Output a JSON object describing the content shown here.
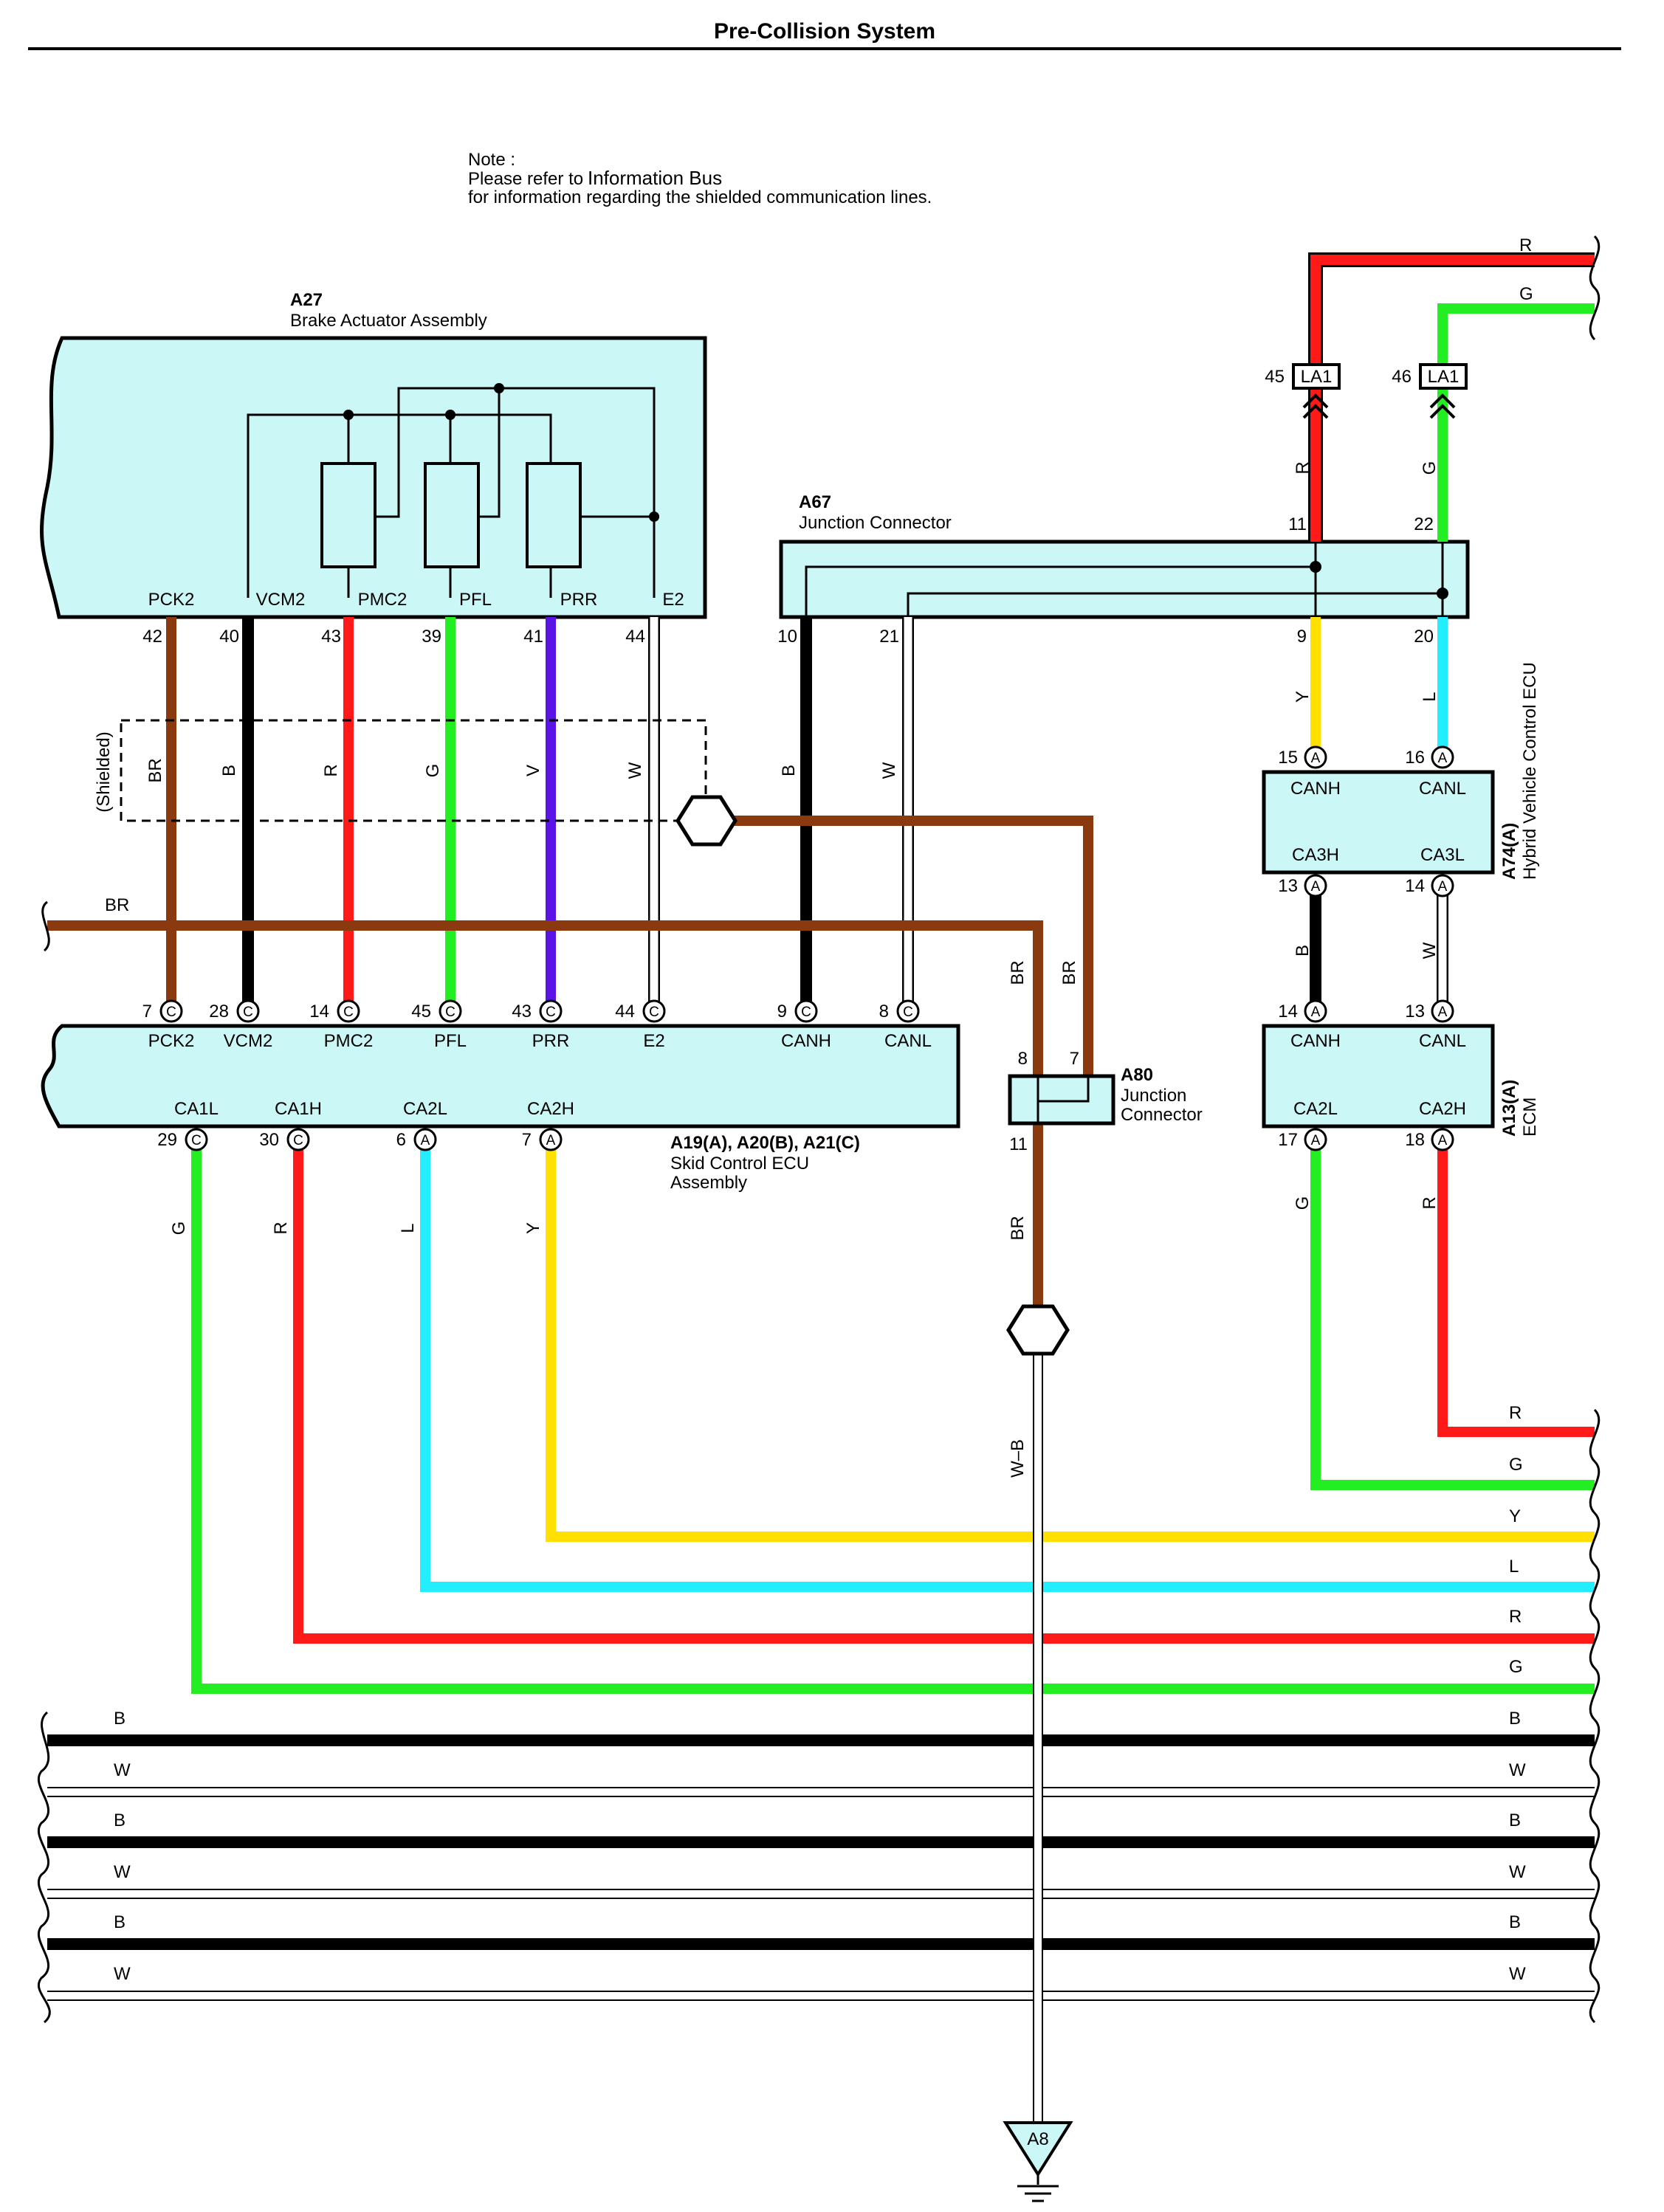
{
  "title": "Pre-Collision System",
  "note": {
    "line1": "Note :",
    "line2a": "Please refer to",
    "line2b": "Information Bus",
    "line3": "for information regarding the shielded communication lines."
  },
  "a27": {
    "code": "A27",
    "name": "Brake Actuator Assembly",
    "pins": [
      "PCK2",
      "VCM2",
      "PMC2",
      "PFL",
      "PRR",
      "E2"
    ],
    "pin_numbers": [
      "42",
      "40",
      "43",
      "39",
      "41",
      "44"
    ],
    "wire_colors": [
      "BR",
      "B",
      "R",
      "G",
      "V",
      "W"
    ]
  },
  "shielded_label": "(Shielded)",
  "a67": {
    "code": "A67",
    "name": "Junction Connector",
    "pin_numbers": [
      "10",
      "21",
      "11",
      "22",
      "9",
      "20"
    ],
    "wire_colors": [
      "B",
      "W"
    ]
  },
  "la1": {
    "label": "LA1",
    "pins": [
      "45",
      "46"
    ],
    "wire_colors": [
      "R",
      "G"
    ],
    "top_colors": [
      "R",
      "G"
    ]
  },
  "a74": {
    "code": "A74(A)",
    "name": "Hybrid Vehicle Control ECU",
    "pins_top": [
      "CANH",
      "CANL"
    ],
    "pins_bottom": [
      "CA3H",
      "CA3L"
    ],
    "pin_numbers_top": [
      "15",
      "16"
    ],
    "pin_numbers_bottom": [
      "13",
      "14"
    ],
    "connector_letter": "A",
    "wire_colors_in": [
      "Y",
      "L"
    ],
    "wire_colors_out": [
      "B",
      "W"
    ]
  },
  "a13": {
    "code": "A13(A)",
    "name": "ECM",
    "pins_top": [
      "CANH",
      "CANL"
    ],
    "pins_bottom": [
      "CA2L",
      "CA2H"
    ],
    "pin_numbers_top": [
      "14",
      "13"
    ],
    "pin_numbers_bottom": [
      "17",
      "18"
    ],
    "connector_letter": "A",
    "wire_colors_out": [
      "G",
      "R"
    ]
  },
  "skid": {
    "code": "A19(A), A20(B), A21(C)",
    "name1": "Skid Control ECU",
    "name2": "Assembly",
    "pins_top": [
      "PCK2",
      "VCM2",
      "PMC2",
      "PFL",
      "PRR",
      "E2",
      "CANH",
      "CANL"
    ],
    "pin_numbers_top": [
      "7",
      "28",
      "14",
      "45",
      "43",
      "44",
      "9",
      "8"
    ],
    "pins_bottom": [
      "CA1L",
      "CA1H",
      "CA2L",
      "CA2H"
    ],
    "pin_numbers_bottom": [
      "29",
      "30",
      "6",
      "7"
    ],
    "letters_bottom": [
      "C",
      "C",
      "A",
      "A"
    ],
    "connector_letter": "C",
    "wire_colors_bottom": [
      "G",
      "R",
      "L",
      "Y"
    ]
  },
  "a80": {
    "code": "A80",
    "name1": "Junction",
    "name2": "Connector",
    "pins": [
      "8",
      "7",
      "11"
    ],
    "wire_colors": [
      "BR",
      "BR",
      "BR"
    ]
  },
  "br_left": "BR",
  "ground_wire": "W–B",
  "ground": "A8",
  "right_labels": [
    "R",
    "G",
    "Y",
    "L",
    "R",
    "G",
    "B",
    "W",
    "B",
    "W",
    "B",
    "W"
  ],
  "left_labels": [
    "B",
    "W",
    "B",
    "W",
    "B",
    "W"
  ],
  "colors": {
    "BR": "#8b3a0f",
    "B": "#000000",
    "R": "#ff1a1a",
    "G": "#22ee22",
    "V": "#5a14e6",
    "W": "#ffffff",
    "Y": "#ffe000",
    "L": "#22eeff",
    "box": "#ccf7f7"
  }
}
